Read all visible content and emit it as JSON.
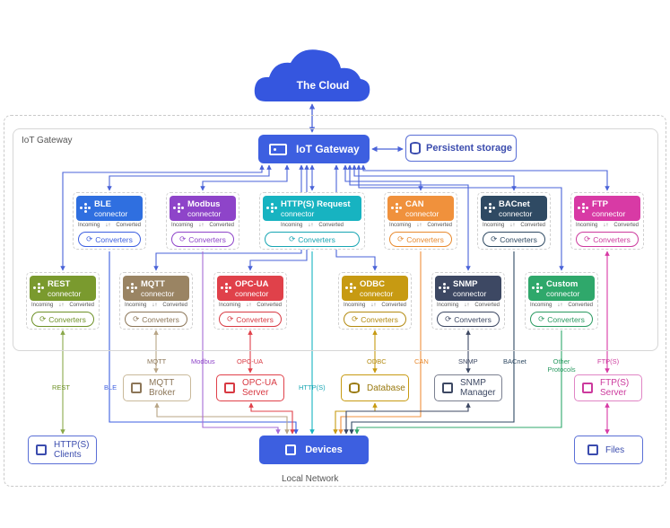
{
  "cloud": {
    "label": "The Cloud"
  },
  "regions": {
    "gateway": "IoT Gateway",
    "local": "Local Network"
  },
  "gateway": {
    "label": "IoT Gateway"
  },
  "storage": {
    "label": "Persistent storage"
  },
  "io_labels": {
    "incoming": "Incoming",
    "converted": "Converted",
    "converters": "Converters"
  },
  "connectors": [
    {
      "id": "ble",
      "title": "BLE",
      "sub": "connector",
      "color": "#2f6fe0",
      "pill": "#3d5fe0"
    },
    {
      "id": "modbus",
      "title": "Modbus",
      "sub": "connector",
      "color": "#8e44c9",
      "pill": "#8e44c9"
    },
    {
      "id": "http",
      "title": "HTTP(S) Request",
      "sub": "connector",
      "color": "#17b3c1",
      "pill": "#17a5b3"
    },
    {
      "id": "can",
      "title": "CAN",
      "sub": "connector",
      "color": "#f0913c",
      "pill": "#e88a2f"
    },
    {
      "id": "bacnet",
      "title": "BACnet",
      "sub": "connector",
      "color": "#2f4a63",
      "pill": "#2f4a63"
    },
    {
      "id": "ftp",
      "title": "FTP",
      "sub": "connector",
      "color": "#d83aa5",
      "pill": "#cc3a9d"
    },
    {
      "id": "rest",
      "title": "REST",
      "sub": "connector",
      "color": "#7a9a2e",
      "pill": "#6e9128"
    },
    {
      "id": "mqtt",
      "title": "MQTT",
      "sub": "connector",
      "color": "#9a8463",
      "pill": "#8c7658"
    },
    {
      "id": "opcua",
      "title": "OPC-UA",
      "sub": "connector",
      "color": "#e0414a",
      "pill": "#d83a43"
    },
    {
      "id": "odbc",
      "title": "ODBC",
      "sub": "connector",
      "color": "#c79a12",
      "pill": "#b38a10"
    },
    {
      "id": "snmp",
      "title": "SNMP",
      "sub": "connector",
      "color": "#3d4863",
      "pill": "#3d4863"
    },
    {
      "id": "custom",
      "title": "Custom",
      "sub": "connector",
      "color": "#2fa86b",
      "pill": "#2a9a61"
    }
  ],
  "externals": {
    "mqtt_broker": {
      "line1": "MQTT",
      "line2": "Broker"
    },
    "opcua_server": {
      "line1": "OPC-UA",
      "line2": "Server"
    },
    "database": {
      "line1": "Database"
    },
    "snmp_manager": {
      "line1": "SNMP",
      "line2": "Manager"
    },
    "ftp_server": {
      "line1": "FTP(S)",
      "line2": "Server"
    },
    "http_clients": {
      "line1": "HTTP(S)",
      "line2": "Clients"
    },
    "files": {
      "line1": "Files"
    },
    "devices": {
      "line1": "Devices"
    }
  },
  "edge_labels": {
    "rest": "REST",
    "ble": "BLE",
    "mqtt": "MQTT",
    "modbus": "Modbus",
    "opcua": "OPC-UA",
    "http": "HTTP(S)",
    "odbc": "ODBC",
    "can": "CAN",
    "snmp": "SNMP",
    "bacnet": "BACnet",
    "other1": "Other",
    "other2": "Protocols",
    "ftps": "FTP(S)"
  }
}
